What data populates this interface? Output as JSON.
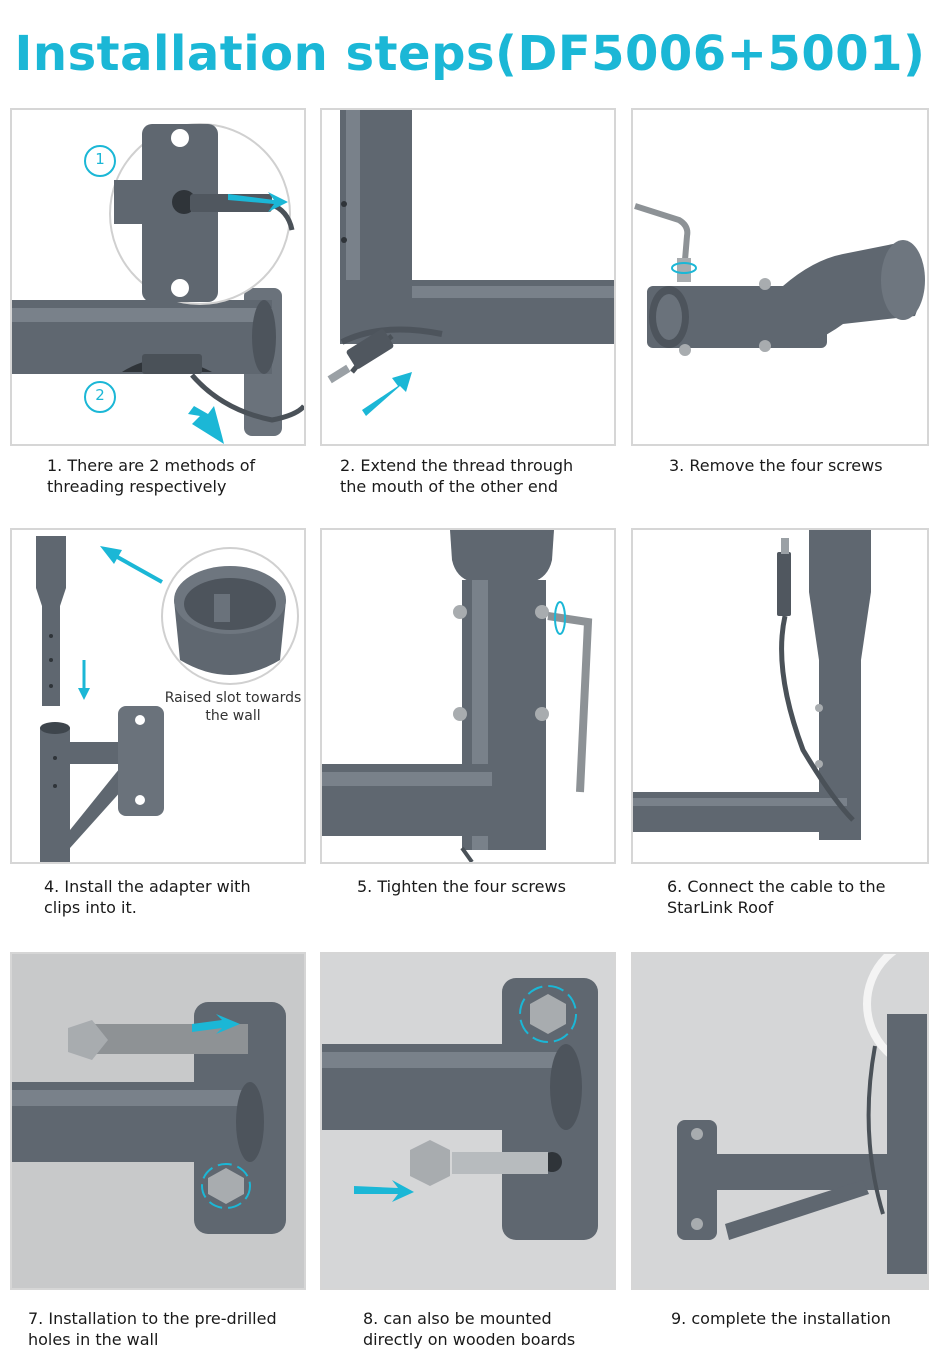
{
  "title": "Installation steps(DF5006+5001)",
  "colors": {
    "accent": "#1bb7d6",
    "pipe": "#5f6770",
    "pipe_light": "#7a828b",
    "steel": "#a8acaf",
    "wall": "#c9cacb"
  },
  "steps": [
    {
      "caption": "1.  There are 2 methods of\nthreading respectively",
      "markers": [
        "1",
        "2"
      ]
    },
    {
      "caption": "2. Extend the thread through\nthe mouth of the other end"
    },
    {
      "caption": "3. Remove the four screws"
    },
    {
      "caption": "4. Install the adapter with\nclips into it.",
      "note": "Raised slot towards\nthe wall"
    },
    {
      "caption": "5. Tighten the four screws"
    },
    {
      "caption": "6. Connect the cable to the\n StarLink Roof"
    },
    {
      "caption": "7. Installation to the pre-drilled\nholes in the wall"
    },
    {
      "caption": "8. can also be mounted\n directly on wooden boards"
    },
    {
      "caption": "9. complete the installation"
    }
  ]
}
